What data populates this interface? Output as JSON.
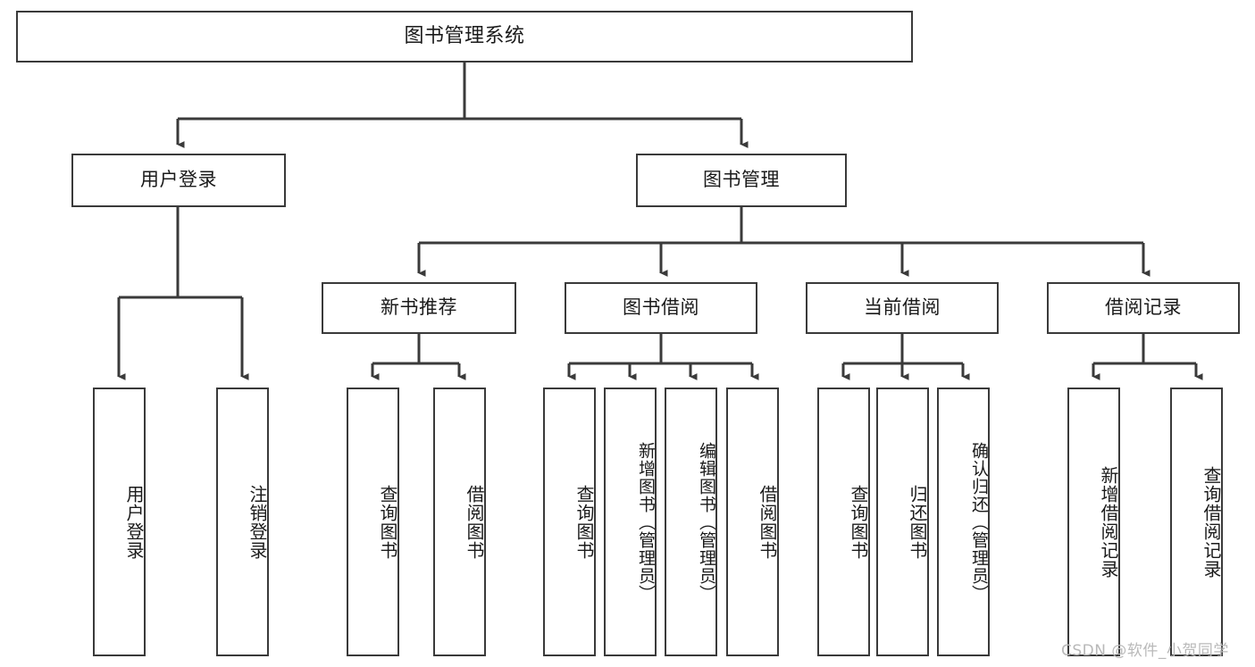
{
  "diagram": {
    "title": "图书管理系统",
    "type": "hierarchy-tree",
    "watermark": "CSDN @软件_小贺同学",
    "colors": {
      "box_border": "#3a3a3a",
      "box_fill": "#ffffff",
      "edge": "#3a3a3a",
      "text": "#1a1a1a",
      "watermark": "#b9b9b9",
      "background": "#ffffff"
    },
    "levels": {
      "root": {
        "label": "图书管理系统"
      },
      "level2": [
        {
          "id": "user-login",
          "label": "用户登录"
        },
        {
          "id": "book-manage",
          "label": "图书管理"
        }
      ],
      "level3": [
        {
          "id": "new-book-recommend",
          "label": "新书推荐",
          "parent": "book-manage"
        },
        {
          "id": "book-borrow",
          "label": "图书借阅",
          "parent": "book-manage"
        },
        {
          "id": "current-borrow",
          "label": "当前借阅",
          "parent": "book-manage"
        },
        {
          "id": "borrow-record",
          "label": "借阅记录",
          "parent": "book-manage"
        }
      ],
      "leaves": [
        {
          "id": "leaf-user-login",
          "label": "用户登录",
          "parent": "user-login"
        },
        {
          "id": "leaf-user-logout",
          "label": "注销登录",
          "parent": "user-login"
        },
        {
          "id": "leaf-query-book-1",
          "label": "查询图书",
          "parent": "new-book-recommend"
        },
        {
          "id": "leaf-borrow-book-1",
          "label": "借阅图书",
          "parent": "new-book-recommend"
        },
        {
          "id": "leaf-query-book-2",
          "label": "查询图书",
          "parent": "book-borrow"
        },
        {
          "id": "leaf-add-book",
          "label": "新增图书（管理员）",
          "parent": "book-borrow"
        },
        {
          "id": "leaf-edit-book",
          "label": "编辑图书（管理员）",
          "parent": "book-borrow"
        },
        {
          "id": "leaf-borrow-book-2",
          "label": "借阅图书",
          "parent": "book-borrow"
        },
        {
          "id": "leaf-query-book-3",
          "label": "查询图书",
          "parent": "current-borrow"
        },
        {
          "id": "leaf-return-book",
          "label": "归还图书",
          "parent": "current-borrow"
        },
        {
          "id": "leaf-confirm-return",
          "label": "确认归还（管理员）",
          "parent": "current-borrow"
        },
        {
          "id": "leaf-add-record",
          "label": "新增借阅记录",
          "parent": "borrow-record"
        },
        {
          "id": "leaf-query-record",
          "label": "查询借阅记录",
          "parent": "borrow-record"
        }
      ]
    }
  }
}
